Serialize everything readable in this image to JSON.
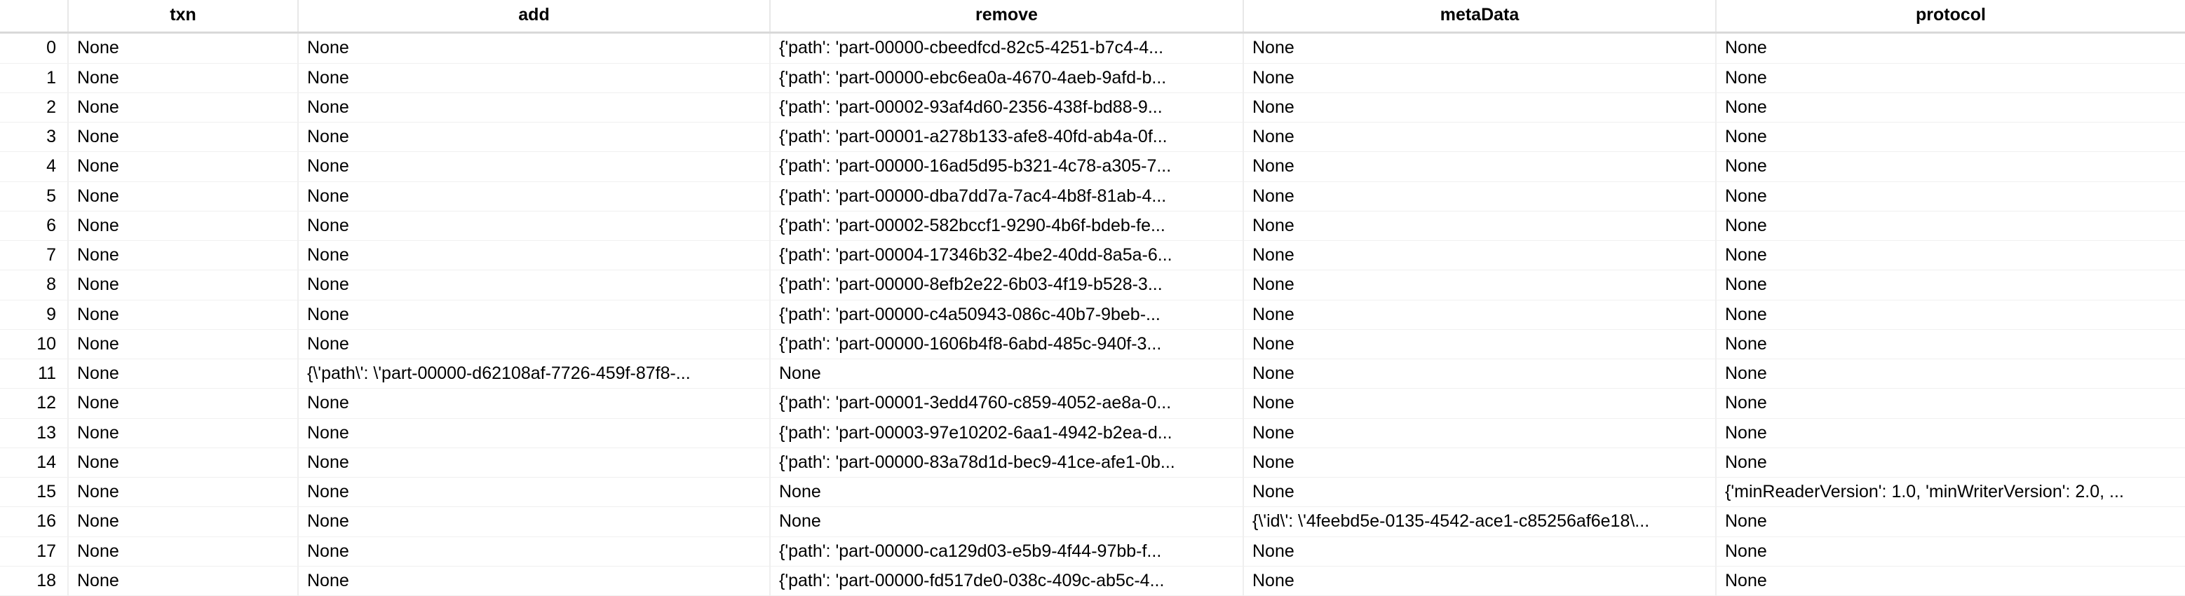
{
  "table": {
    "index_header": "",
    "columns": [
      "txn",
      "add",
      "remove",
      "metaData",
      "protocol"
    ],
    "rows": [
      {
        "index": "0",
        "cells": [
          "None",
          "None",
          "{'path': 'part-00000-cbeedfcd-82c5-4251-b7c4-4...",
          "None",
          "None"
        ]
      },
      {
        "index": "1",
        "cells": [
          "None",
          "None",
          "{'path': 'part-00000-ebc6ea0a-4670-4aeb-9afd-b...",
          "None",
          "None"
        ]
      },
      {
        "index": "2",
        "cells": [
          "None",
          "None",
          "{'path': 'part-00002-93af4d60-2356-438f-bd88-9...",
          "None",
          "None"
        ]
      },
      {
        "index": "3",
        "cells": [
          "None",
          "None",
          "{'path': 'part-00001-a278b133-afe8-40fd-ab4a-0f...",
          "None",
          "None"
        ]
      },
      {
        "index": "4",
        "cells": [
          "None",
          "None",
          "{'path': 'part-00000-16ad5d95-b321-4c78-a305-7...",
          "None",
          "None"
        ]
      },
      {
        "index": "5",
        "cells": [
          "None",
          "None",
          "{'path': 'part-00000-dba7dd7a-7ac4-4b8f-81ab-4...",
          "None",
          "None"
        ]
      },
      {
        "index": "6",
        "cells": [
          "None",
          "None",
          "{'path': 'part-00002-582bccf1-9290-4b6f-bdeb-fe...",
          "None",
          "None"
        ]
      },
      {
        "index": "7",
        "cells": [
          "None",
          "None",
          "{'path': 'part-00004-17346b32-4be2-40dd-8a5a-6...",
          "None",
          "None"
        ]
      },
      {
        "index": "8",
        "cells": [
          "None",
          "None",
          "{'path': 'part-00000-8efb2e22-6b03-4f19-b528-3...",
          "None",
          "None"
        ]
      },
      {
        "index": "9",
        "cells": [
          "None",
          "None",
          "{'path': 'part-00000-c4a50943-086c-40b7-9beb-...",
          "None",
          "None"
        ]
      },
      {
        "index": "10",
        "cells": [
          "None",
          "None",
          "{'path': 'part-00000-1606b4f8-6abd-485c-940f-3...",
          "None",
          "None"
        ]
      },
      {
        "index": "11",
        "cells": [
          "None",
          "{\\'path\\': \\'part-00000-d62108af-7726-459f-87f8-...",
          "None",
          "None",
          "None"
        ]
      },
      {
        "index": "12",
        "cells": [
          "None",
          "None",
          "{'path': 'part-00001-3edd4760-c859-4052-ae8a-0...",
          "None",
          "None"
        ]
      },
      {
        "index": "13",
        "cells": [
          "None",
          "None",
          "{'path': 'part-00003-97e10202-6aa1-4942-b2ea-d...",
          "None",
          "None"
        ]
      },
      {
        "index": "14",
        "cells": [
          "None",
          "None",
          "{'path': 'part-00000-83a78d1d-bec9-41ce-afe1-0b...",
          "None",
          "None"
        ]
      },
      {
        "index": "15",
        "cells": [
          "None",
          "None",
          "None",
          "None",
          "{'minReaderVersion': 1.0, 'minWriterVersion': 2.0, ..."
        ]
      },
      {
        "index": "16",
        "cells": [
          "None",
          "None",
          "None",
          "{\\'id\\': \\'4feebd5e-0135-4542-ace1-c85256af6e18\\...",
          "None"
        ]
      },
      {
        "index": "17",
        "cells": [
          "None",
          "None",
          "{'path': 'part-00000-ca129d03-e5b9-4f44-97bb-f...",
          "None",
          "None"
        ]
      },
      {
        "index": "18",
        "cells": [
          "None",
          "None",
          "{'path': 'part-00000-fd517de0-038c-409c-ab5c-4...",
          "None",
          "None"
        ]
      }
    ]
  },
  "style": {
    "text_color": "#000000",
    "background": "#ffffff",
    "header_rule_color": "#d9d9d9",
    "row_rule_color": "#f0f0f0",
    "column_rule_color": "#efefef"
  }
}
